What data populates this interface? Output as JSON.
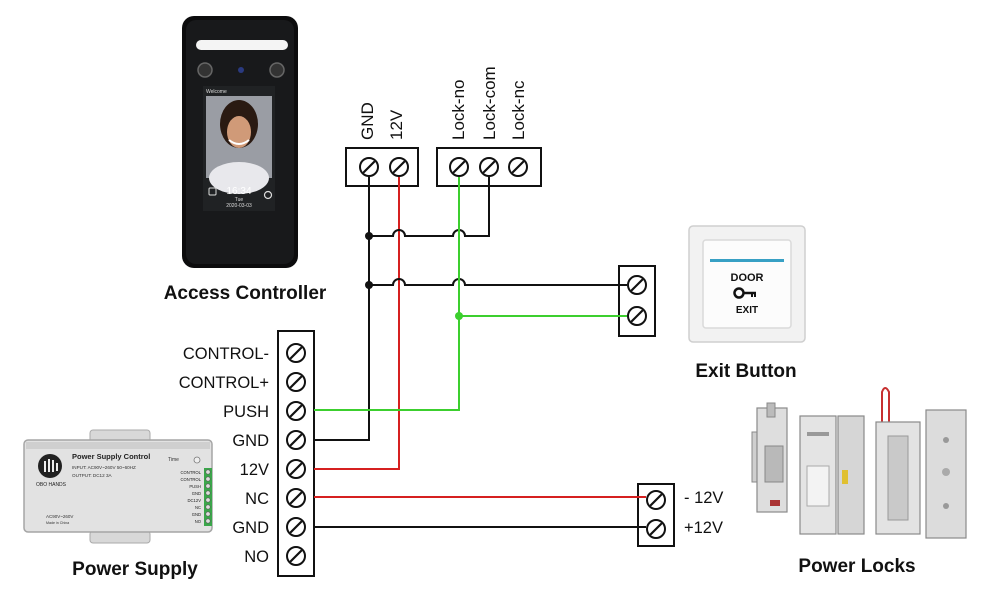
{
  "devices": {
    "access_controller": {
      "label": "Access Controller",
      "screen_welcome": "Welcome",
      "screen_time": "16:34",
      "screen_day": "Tue",
      "screen_date": "2020-03-03"
    },
    "exit_button": {
      "label": "Exit Button",
      "line1": "DOOR",
      "line2": "EXIT"
    },
    "power_supply": {
      "label": "Power Supply",
      "unit_title": "Power Supply Control",
      "unit_brand": "OBO HANDS",
      "unit_input": "INPUT:  AC90V~260V 50~60HZ",
      "unit_output": "OUTPUT:  DC12  3A",
      "unit_time": "Time",
      "unit_rating": "AC90V~260V",
      "unit_made": "Made in China",
      "unit_terminals": [
        "CONTROL",
        "CONTROL",
        "PUSH",
        "GND",
        "DC12V",
        "NC",
        "GND",
        "NO"
      ]
    },
    "power_locks": {
      "label": "Power Locks"
    }
  },
  "controller_terminals": {
    "power": [
      "GND",
      "12V"
    ],
    "lock": [
      "Lock-no",
      "Lock-com",
      "Lock-nc"
    ]
  },
  "supply_terminals": [
    "CONTROL-",
    "CONTROL+",
    "PUSH",
    "GND",
    "12V",
    "NC",
    "GND",
    "NO"
  ],
  "lock_terminals": [
    "- 12V",
    "+12V"
  ],
  "wire_colors": {
    "black": "#111111",
    "red": "#d62020",
    "green": "#3ccf2e"
  }
}
